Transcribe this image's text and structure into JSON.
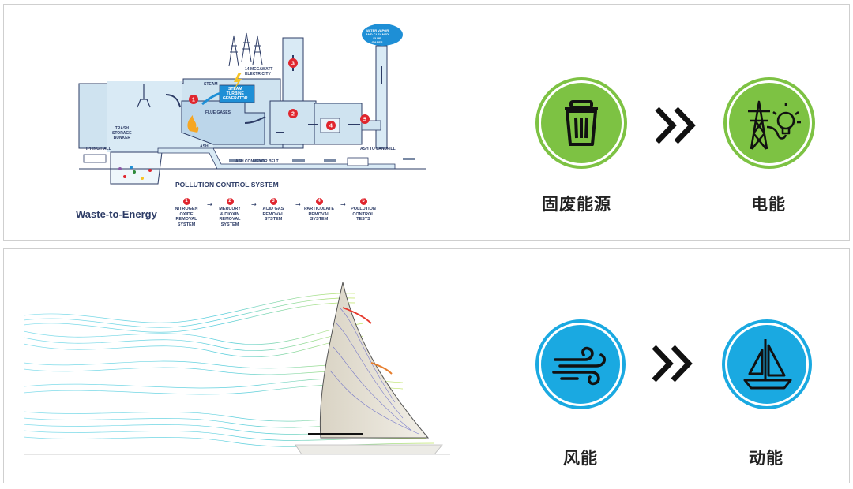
{
  "diagram": {
    "title": "Waste-to-Energy",
    "pollution_title": "POLLUTION CONTROL SYSTEM",
    "labels": {
      "tipping_hall": "TIPPING HALL",
      "trash_bunker": "TRASH\nSTORAGE\nBUNKER",
      "steam": "STEAM",
      "electricity": "14 MEGAWATT\nELECTRICITY",
      "turbine": "STEAM\nTURBINE\nGENERATOR",
      "flue_gases": "FLUE GASES",
      "ash": "ASH",
      "conveyor": "ASH CONVEYOR BELT",
      "ash_landfill": "ASH TO LANDFILL",
      "cloud": "WATER VAPOR\nAND CLEANED\nFLUE\nGASES"
    },
    "steps": [
      {
        "num": "1",
        "label": "NITROGEN\nOXIDE\nREMOVAL\nSYSTEM"
      },
      {
        "num": "2",
        "label": "MERCURY\n& DIOXIN\nREMOVAL\nSYSTEM"
      },
      {
        "num": "3",
        "label": "ACID GAS\nREMOVAL\nSYSTEM"
      },
      {
        "num": "4",
        "label": "PARTICULATE\nREMOVAL\nSYSTEM"
      },
      {
        "num": "5",
        "label": "POLLUTION\nCONTROL\nTESTS"
      }
    ]
  },
  "row1": {
    "from_label": "固废能源",
    "to_label": "电能",
    "from_icon": "trash-can-icon",
    "to_icon": "power-tower-bulb-icon",
    "color": "#7dc243"
  },
  "row2": {
    "from_label": "风能",
    "to_label": "动能",
    "from_icon": "wind-icon",
    "to_icon": "sailboat-icon",
    "color": "#1aa9e1"
  }
}
